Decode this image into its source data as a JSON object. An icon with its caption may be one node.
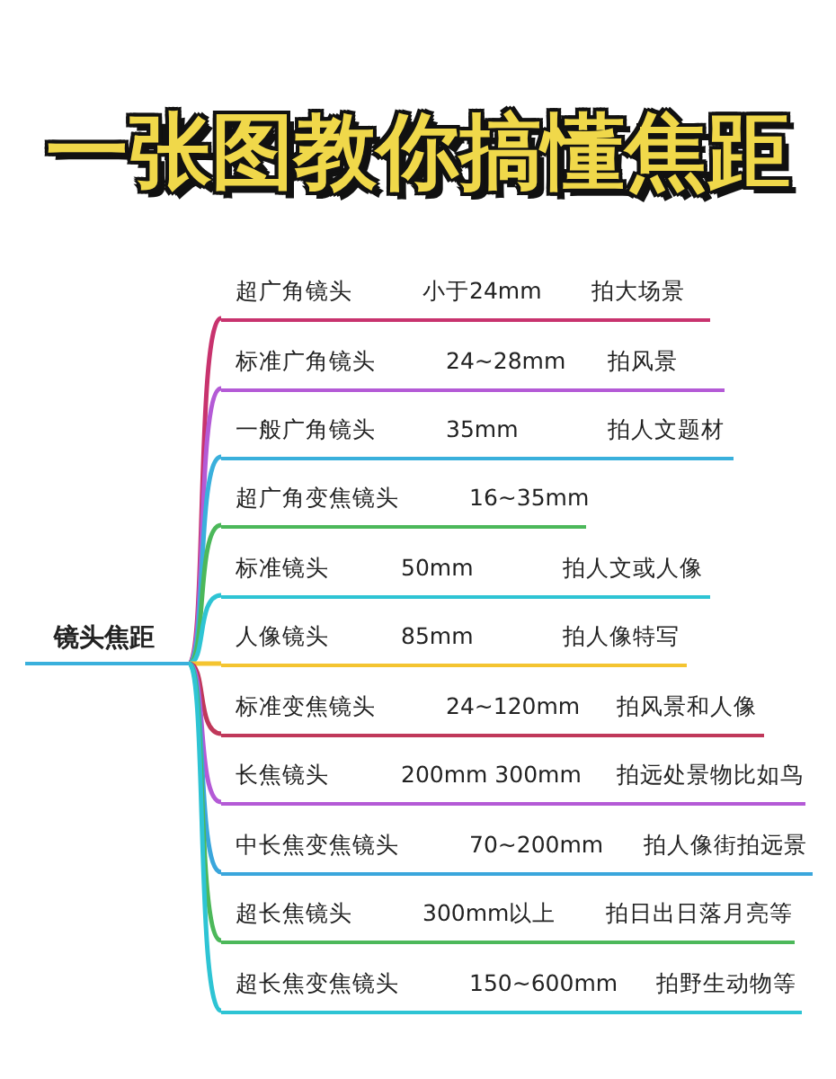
{
  "diagram": {
    "title": "一张图教你搞懂焦距",
    "nodes": [
      {
        "text": [
          "镜头焦距"
        ]
      },
      {
        "text": [
          "超广角镜头",
          "小于24mm",
          "拍大场景"
        ]
      },
      {
        "text": [
          "标准广角镜头",
          "24~28mm",
          "拍风景"
        ]
      },
      {
        "text": [
          "一般广角镜头",
          "35mm",
          "拍人文题材"
        ]
      },
      {
        "text": [
          "超广角变焦镜头",
          "16~35mm"
        ]
      },
      {
        "text": [
          "标准镜头",
          "50mm",
          "拍人文或人像"
        ]
      },
      {
        "text": [
          "人像镜头",
          "85mm",
          "拍人像特写"
        ]
      },
      {
        "text": [
          "标准变焦镜头",
          "24~120mm",
          "拍风景和人像"
        ]
      },
      {
        "text": [
          "长焦镜头",
          "200mm 300mm",
          "拍远处景物比如鸟"
        ]
      },
      {
        "text": [
          "中长焦变焦镜头",
          "70~200mm",
          "拍人像街拍远景"
        ]
      },
      {
        "text": [
          "超长焦镜头",
          "300mm以上",
          "拍日出日落月亮等"
        ]
      },
      {
        "text": [
          "超长焦变焦镜头",
          "150~600mm",
          "拍野生动物等"
        ]
      }
    ],
    "edges": [
      {
        "from": 0,
        "to": 1,
        "arrow": "none",
        "color": "#c8336e"
      },
      {
        "from": 0,
        "to": 2,
        "arrow": "none",
        "color": "#b45ad6"
      },
      {
        "from": 0,
        "to": 3,
        "arrow": "none",
        "color": "#3ab0dc"
      },
      {
        "from": 0,
        "to": 4,
        "arrow": "none",
        "color": "#4cb85a"
      },
      {
        "from": 0,
        "to": 5,
        "arrow": "none",
        "color": "#2ec4d4"
      },
      {
        "from": 0,
        "to": 6,
        "arrow": "none",
        "color": "#f4c430"
      },
      {
        "from": 0,
        "to": 7,
        "arrow": "none",
        "color": "#c0385a"
      },
      {
        "from": 0,
        "to": 8,
        "arrow": "none",
        "color": "#b45ad6"
      },
      {
        "from": 0,
        "to": 9,
        "arrow": "none",
        "color": "#3aa6dc"
      },
      {
        "from": 0,
        "to": 10,
        "arrow": "none",
        "color": "#4cb85a"
      },
      {
        "from": 0,
        "to": 11,
        "arrow": "none",
        "color": "#2ec4d4"
      }
    ]
  }
}
